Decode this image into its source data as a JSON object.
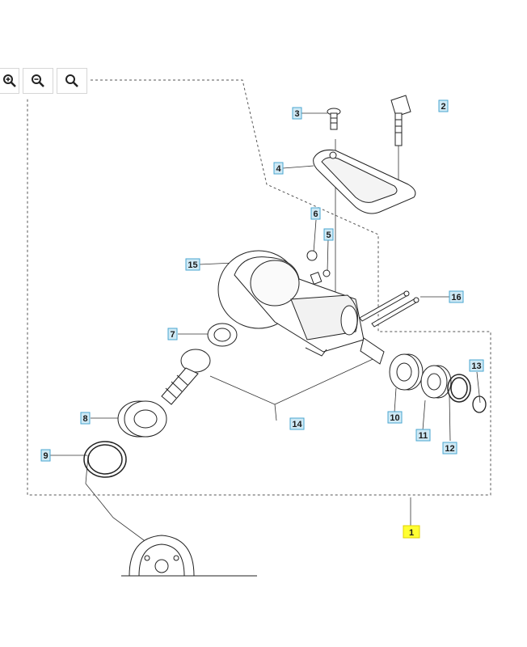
{
  "toolbar": {
    "buttons": [
      {
        "icon": "zoom-in-icon"
      },
      {
        "icon": "zoom-out-icon"
      },
      {
        "icon": "zoom-reset-icon"
      }
    ]
  },
  "callouts": {
    "c1": "1",
    "c2": "2",
    "c3": "3",
    "c4": "4",
    "c5": "5",
    "c6": "6",
    "c7": "7",
    "c8": "8",
    "c9": "9",
    "c10": "10",
    "c11": "11",
    "c12": "12",
    "c13": "13",
    "c14": "14",
    "c15": "15",
    "c16": "16"
  },
  "highlight_color": "#ffff33",
  "callout_color": "#cfe9f5"
}
